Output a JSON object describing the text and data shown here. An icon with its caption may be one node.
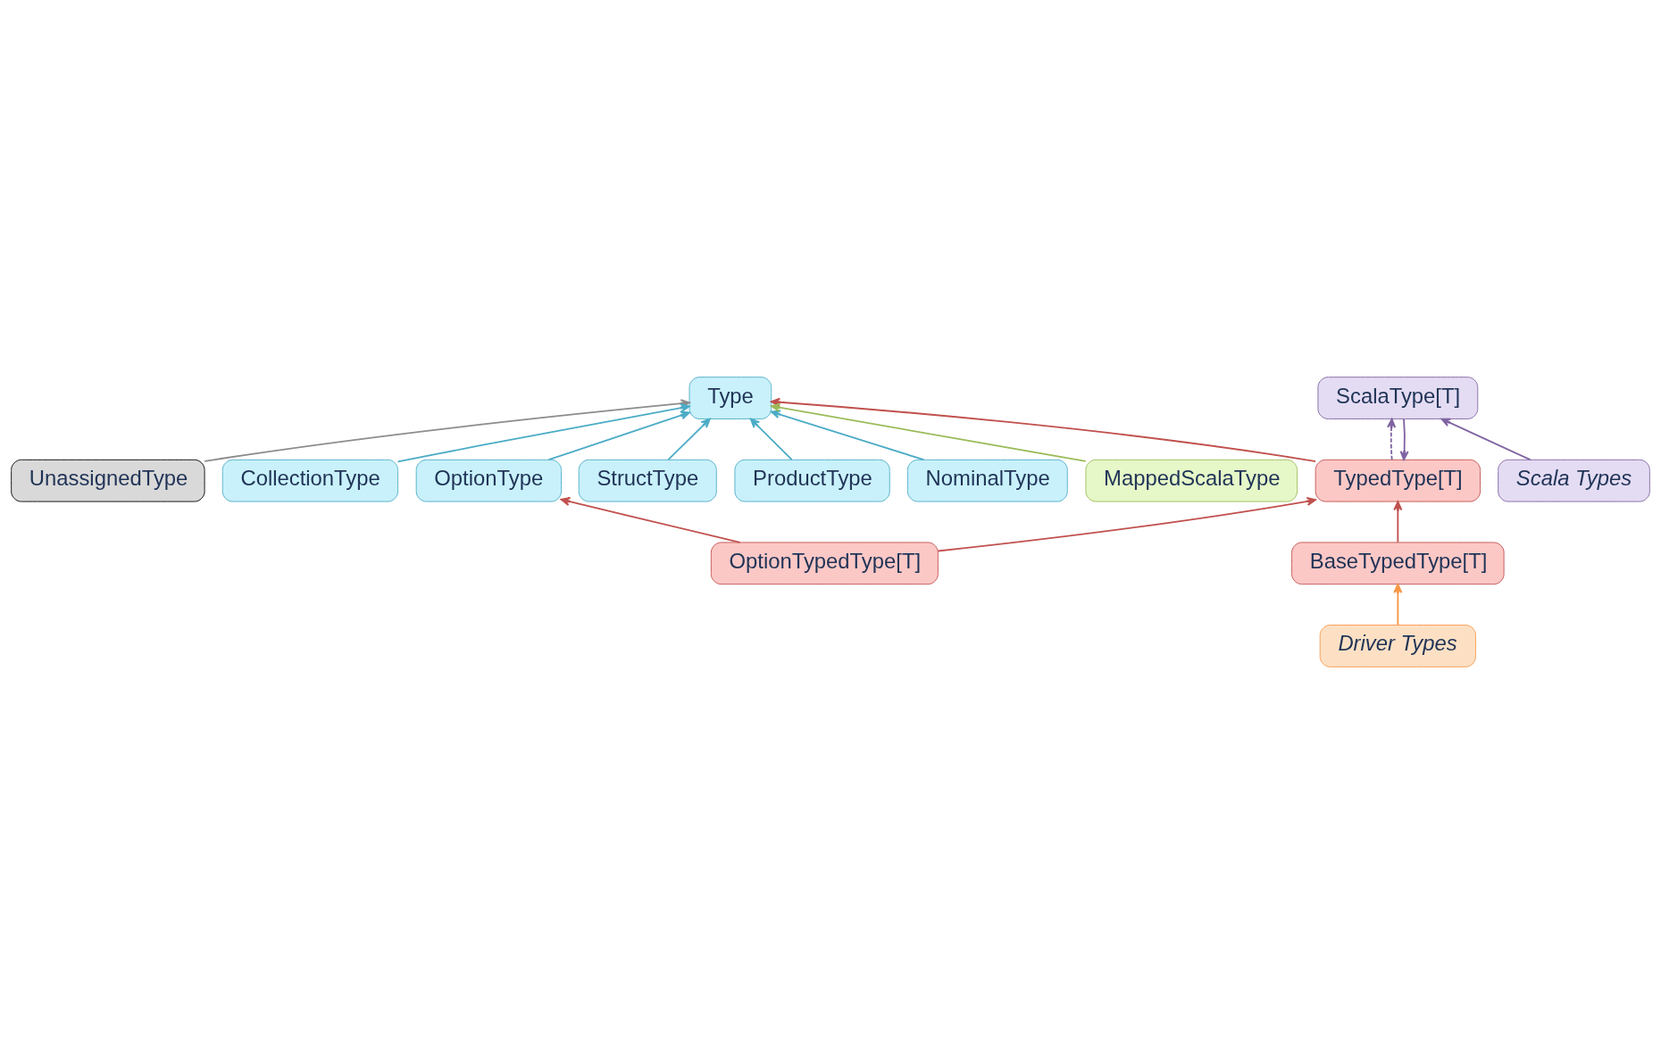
{
  "diagram": {
    "nodes": [
      {
        "text": [
          "Type"
        ]
      },
      {
        "text": [
          "UnassignedType"
        ]
      },
      {
        "text": [
          "CollectionType"
        ]
      },
      {
        "text": [
          "OptionType"
        ]
      },
      {
        "text": [
          "StructType"
        ]
      },
      {
        "text": [
          "ProductType"
        ]
      },
      {
        "text": [
          "NominalType"
        ]
      },
      {
        "text": [
          "TypedType[T]"
        ]
      },
      {
        "text": [
          "BaseTypedType[T]"
        ]
      },
      {
        "text": [
          "OptionTypedType[T]"
        ]
      },
      {
        "text": [
          "ScalaType[T]"
        ]
      },
      {
        "text": [
          "MappedScalaType"
        ]
      },
      {
        "text": [
          "Scala Types"
        ]
      },
      {
        "text": [
          "Driver Types"
        ]
      }
    ],
    "edges": [
      {
        "from": 1,
        "to": 0,
        "arrow": "to",
        "color": "#8c8c8c"
      },
      {
        "from": 2,
        "to": 0,
        "arrow": "to",
        "color": "#4bacc6"
      },
      {
        "from": 3,
        "to": 0,
        "arrow": "to",
        "color": "#4bacc6"
      },
      {
        "from": 4,
        "to": 0,
        "arrow": "to",
        "color": "#4bacc6"
      },
      {
        "from": 5,
        "to": 0,
        "arrow": "to",
        "color": "#4bacc6"
      },
      {
        "from": 6,
        "to": 0,
        "arrow": "to",
        "color": "#4bacc6"
      },
      {
        "from": 11,
        "to": 0,
        "arrow": "to",
        "color": "#9bbb59"
      },
      {
        "from": 7,
        "to": 0,
        "arrow": "to",
        "color": "#c0504d"
      },
      {
        "from": 8,
        "to": 7,
        "arrow": "to",
        "color": "#c0504d"
      },
      {
        "from": 9,
        "to": 7,
        "arrow": "to",
        "color": "#c0504d"
      },
      {
        "from": 9,
        "to": 3,
        "arrow": "to",
        "color": "#c0504d"
      },
      {
        "from": 10,
        "to": 7,
        "arrow": "to",
        "color": "#8064a2"
      },
      {
        "from": 7,
        "to": 10,
        "arrow": "to",
        "style": "dashed",
        "color": "#8064a2"
      },
      {
        "from": 12,
        "to": 10,
        "arrow": "to",
        "color": "#8064a2"
      },
      {
        "from": 13,
        "to": 8,
        "arrow": "to",
        "color": "#f79646"
      }
    ]
  }
}
